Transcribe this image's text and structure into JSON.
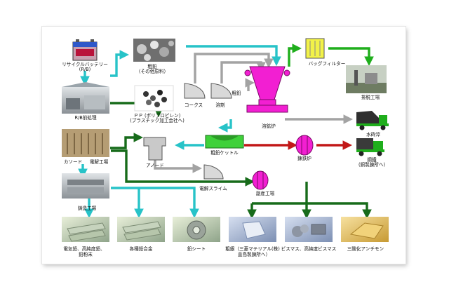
{
  "labels": {
    "recycle_battery": "リサイクルバッテリー",
    "recycle_battery_abbr": "(R/B)",
    "crude_zinc": "粗鉛",
    "other_raw": "（その他原料）",
    "rb_pretreat": "R/B前処理",
    "pp": "ＰＰ (ポリプロピレン)",
    "pp_note": "(プラスチック加工会社へ)",
    "coke": "コークス",
    "flux": "溶剤",
    "crude_lead": "粗鉛",
    "smelter": "溶鉱炉",
    "bag_filter": "バッグフィルター",
    "exhaust": "排脱工場",
    "slag": "水砕滓",
    "crude_kettle": "粗鉛ケットル",
    "refine_furnace": "錬鉄炉",
    "matte": "鋼鐵",
    "matte_note": "(銅製錬所へ)",
    "cathode": "カソード",
    "electrolysis": "電解工場",
    "anode": "アノード",
    "slime": "電解スライム",
    "byproduct_plant": "副産工場",
    "casting": "鋳造工場",
    "prod1": "電気鉛、高純度鉛、",
    "prod1b": "鉛粉末",
    "prod2": "各種鉛合金",
    "prod3": "鉛シート",
    "prod4": "粗銀（三菱マテリアル(株)",
    "prod4b": "直島製錬所へ）",
    "prod5": "ビスマス、高純度ビスマス",
    "prod6": "三酸化アンチモン"
  },
  "colors": {
    "cyan": "#27c3c8",
    "gray": "#a3a3a3",
    "green": "#1fae1c",
    "darkgreen": "#176b1a",
    "red": "#c21818",
    "magenta": "#f21fd2"
  }
}
